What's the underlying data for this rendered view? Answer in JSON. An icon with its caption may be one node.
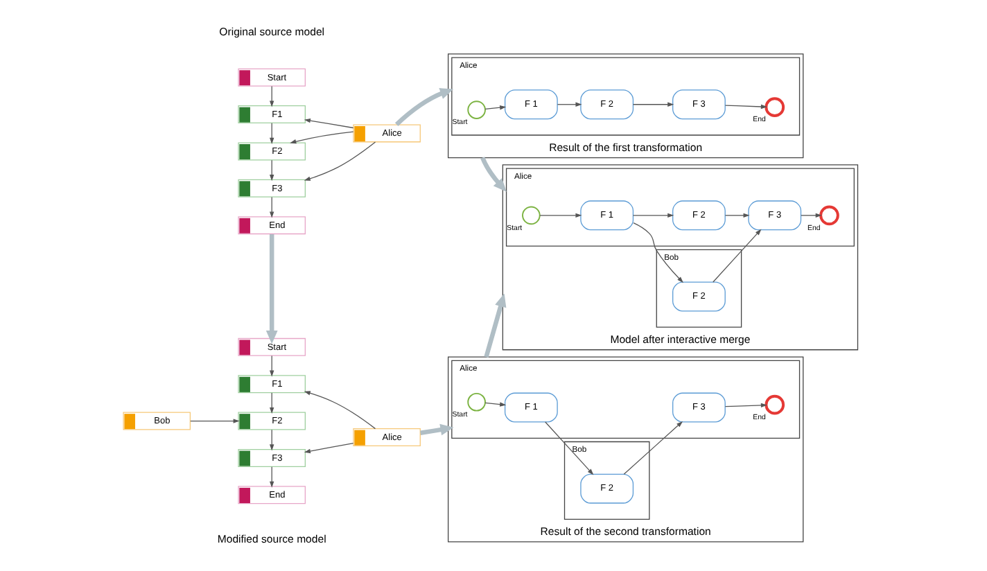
{
  "diagram": {
    "nodes": [
      {
        "text": [
          "Start"
        ]
      },
      {
        "text": [
          "F1"
        ]
      },
      {
        "text": [
          "F2"
        ]
      },
      {
        "text": [
          "F3"
        ]
      },
      {
        "text": [
          "End"
        ]
      },
      {
        "text": [
          "Alice"
        ]
      },
      {
        "text": [
          "Result of the first transformation"
        ]
      },
      {
        "text": [
          "Alice"
        ],
        "in": 6
      },
      {
        "text": [],
        "shape": "circle",
        "beside": [
          "Start"
        ],
        "in": 7
      },
      {
        "text": [
          "F 1"
        ],
        "in": 7
      },
      {
        "text": [
          "F 2"
        ],
        "in": 7
      },
      {
        "text": [
          "F 3"
        ],
        "in": 7
      },
      {
        "text": [],
        "shape": "circle",
        "beside": [
          "End"
        ],
        "in": 7
      },
      {
        "text": [
          "Model after interactive merge"
        ]
      },
      {
        "text": [
          "Alice"
        ],
        "in": 13
      },
      {
        "text": [],
        "shape": "circle",
        "beside": [
          "Start"
        ],
        "in": 14
      },
      {
        "text": [
          "F 1"
        ],
        "in": 14
      },
      {
        "text": [
          "F 2"
        ],
        "in": 14
      },
      {
        "text": [
          "F 3"
        ],
        "in": 14
      },
      {
        "text": [],
        "shape": "circle",
        "beside": [
          "End"
        ],
        "in": 14
      },
      {
        "text": [
          "Bob"
        ],
        "in": 13
      },
      {
        "text": [
          "F 2"
        ],
        "in": 20
      },
      {
        "text": [
          "Start"
        ]
      },
      {
        "text": [
          "F1"
        ]
      },
      {
        "text": [
          "F2"
        ]
      },
      {
        "text": [
          "F3"
        ]
      },
      {
        "text": [
          "End"
        ]
      },
      {
        "text": [
          "Bob"
        ]
      },
      {
        "text": [
          "Alice"
        ]
      },
      {
        "text": [
          "Result of the second transformation"
        ]
      },
      {
        "text": [
          "Alice"
        ],
        "in": 29
      },
      {
        "text": [],
        "shape": "circle",
        "beside": [
          "Start"
        ],
        "in": 30
      },
      {
        "text": [
          "F 1"
        ],
        "in": 30
      },
      {
        "text": [
          "F 3"
        ],
        "in": 30
      },
      {
        "text": [],
        "shape": "circle",
        "beside": [
          "End"
        ],
        "in": 30
      },
      {
        "text": [
          "Bob"
        ],
        "in": 29
      },
      {
        "text": [
          "F 2"
        ],
        "in": 35
      }
    ],
    "edges": [
      {
        "from": 0,
        "to": 1,
        "arrow": "to"
      },
      {
        "from": 1,
        "to": 2,
        "arrow": "to"
      },
      {
        "from": 2,
        "to": 3,
        "arrow": "to"
      },
      {
        "from": 3,
        "to": 4,
        "arrow": "to"
      },
      {
        "from": 5,
        "to": 1,
        "arrow": "to"
      },
      {
        "from": 5,
        "to": 2,
        "arrow": "to"
      },
      {
        "from": 5,
        "to": 3,
        "arrow": "to"
      },
      {
        "from": 5,
        "to": 6,
        "arrow": "to",
        "style": "thick",
        "color": "#b0bec5"
      },
      {
        "from": 4,
        "to": 22,
        "arrow": "to",
        "style": "thick",
        "color": "#b0bec5"
      },
      {
        "from": 8,
        "to": 9,
        "arrow": "to"
      },
      {
        "from": 9,
        "to": 10,
        "arrow": "to"
      },
      {
        "from": 10,
        "to": 11,
        "arrow": "to"
      },
      {
        "from": 11,
        "to": 12,
        "arrow": "to"
      },
      {
        "from": 6,
        "to": 13,
        "arrow": "to",
        "style": "thick",
        "color": "#b0bec5"
      },
      {
        "from": 15,
        "to": 16,
        "arrow": "to"
      },
      {
        "from": 16,
        "to": 17,
        "arrow": "to"
      },
      {
        "from": 16,
        "to": 21,
        "arrow": "to"
      },
      {
        "from": 17,
        "to": 18,
        "arrow": "to"
      },
      {
        "from": 21,
        "to": 18,
        "arrow": "to"
      },
      {
        "from": 18,
        "to": 19,
        "arrow": "to"
      },
      {
        "from": 29,
        "to": 13,
        "arrow": "to",
        "style": "thick",
        "color": "#b0bec5"
      },
      {
        "from": 22,
        "to": 23,
        "arrow": "to"
      },
      {
        "from": 23,
        "to": 24,
        "arrow": "to"
      },
      {
        "from": 24,
        "to": 25,
        "arrow": "to"
      },
      {
        "from": 25,
        "to": 26,
        "arrow": "to"
      },
      {
        "from": 27,
        "to": 24,
        "arrow": "to"
      },
      {
        "from": 28,
        "to": 23,
        "arrow": "to"
      },
      {
        "from": 28,
        "to": 25,
        "arrow": "to"
      },
      {
        "from": 28,
        "to": 29,
        "arrow": "to",
        "style": "thick",
        "color": "#b0bec5"
      },
      {
        "from": 31,
        "to": 32,
        "arrow": "to"
      },
      {
        "from": 32,
        "to": 36,
        "arrow": "to"
      },
      {
        "from": 36,
        "to": 33,
        "arrow": "to"
      },
      {
        "from": 33,
        "to": 34,
        "arrow": "to"
      }
    ],
    "labels": [
      "Original source model",
      "Modified source model"
    ]
  }
}
